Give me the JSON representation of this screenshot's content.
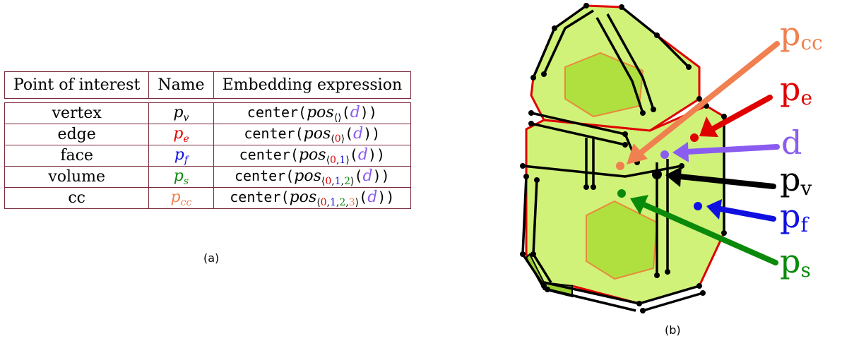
{
  "table": {
    "headers": [
      "Point of interest",
      "Name",
      "Embedding expression"
    ],
    "rows": [
      {
        "poi": "vertex",
        "name": "p",
        "name_sub": "v",
        "name_color": "#000000",
        "func": "center(",
        "pos": "pos",
        "sub_parts": [
          "⟨⟩"
        ],
        "arg": "d",
        "close": ")"
      },
      {
        "poi": "edge",
        "name": "p",
        "name_sub": "e",
        "name_color": "#e00000",
        "func": "center(",
        "pos": "pos",
        "sub_parts": [
          "⟨",
          "0",
          "⟩"
        ],
        "arg": "d",
        "close": ")"
      },
      {
        "poi": "face",
        "name": "p",
        "name_sub": "f",
        "name_color": "#1010e0",
        "func": "center(",
        "pos": "pos",
        "sub_parts": [
          "⟨",
          "0",
          ",",
          "1",
          "⟩"
        ],
        "arg": "d",
        "close": ")"
      },
      {
        "poi": "volume",
        "name": "p",
        "name_sub": "s",
        "name_color": "#0a8a0a",
        "func": "center(",
        "pos": "pos",
        "sub_parts": [
          "⟨",
          "0",
          ",",
          "1",
          ",",
          "2",
          "⟩"
        ],
        "arg": "d",
        "close": ")"
      },
      {
        "poi": "cc",
        "name": "p",
        "name_sub": "cc",
        "name_color": "#f08050",
        "func": "center(",
        "pos": "pos",
        "sub_parts": [
          "⟨",
          "0",
          ",",
          "1",
          ",",
          "2",
          ",",
          "3",
          "⟩"
        ],
        "arg": "d",
        "close": ")"
      }
    ]
  },
  "colors": {
    "dart": "#8a5cf0",
    "index_0": "#e00000",
    "index_1": "#1010e0",
    "index_2": "#0a8a0a",
    "index_3": "#f08050",
    "cell_fill": "#c8f060"
  },
  "captions": {
    "a": "(a)",
    "b": "(b)"
  },
  "figure_labels": {
    "pcc": {
      "base": "p",
      "sub": "cc",
      "color": "#f08050"
    },
    "pe": {
      "base": "p",
      "sub": "e",
      "color": "#e00000"
    },
    "d": {
      "base": "d",
      "sub": "",
      "color": "#8a5cf0"
    },
    "pv": {
      "base": "p",
      "sub": "v",
      "color": "#000000"
    },
    "pf": {
      "base": "p",
      "sub": "f",
      "color": "#1010e0"
    },
    "ps": {
      "base": "p",
      "sub": "s",
      "color": "#0a8a0a"
    }
  }
}
